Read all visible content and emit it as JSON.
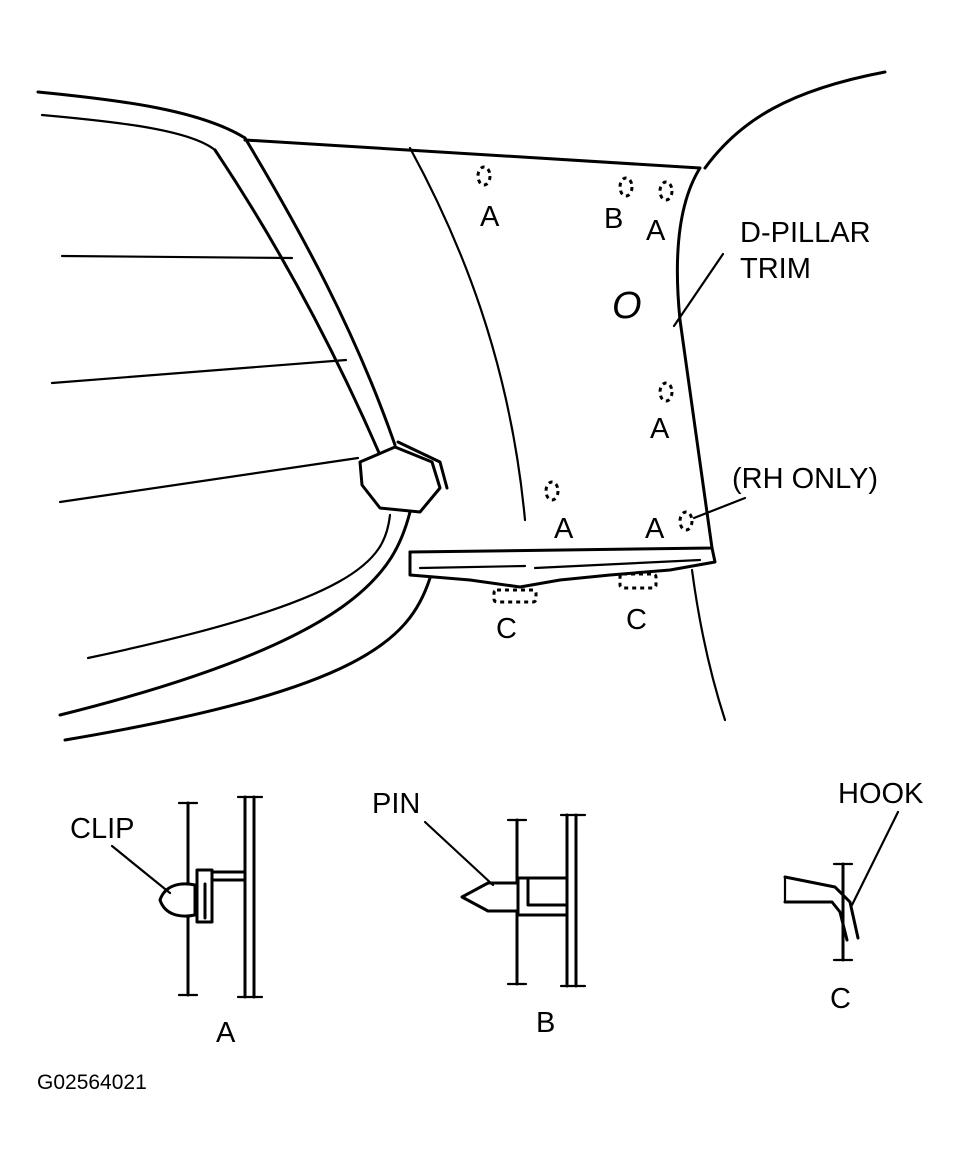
{
  "callouts": {
    "trim_line1": "D-PILLAR",
    "trim_line2": "TRIM",
    "rh_only": "(RH ONLY)",
    "clip": "CLIP",
    "pin": "PIN",
    "hook": "HOOK"
  },
  "fastener_labels": {
    "a1": "A",
    "b1": "B",
    "a2": "A",
    "a3": "A",
    "a4": "A",
    "a5": "A",
    "c1": "C",
    "c2": "C"
  },
  "detail_labels": {
    "a": "A",
    "b": "B",
    "c": "C"
  },
  "trim_mark": "O",
  "figure_code": "G02564021"
}
